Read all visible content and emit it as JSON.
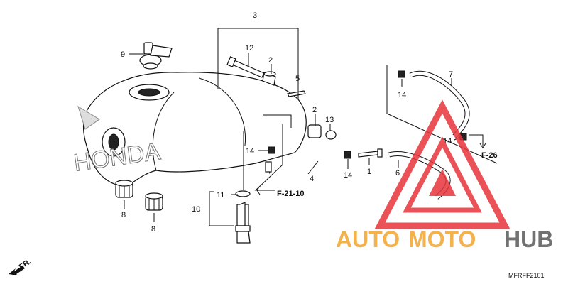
{
  "callouts": {
    "c1": "1",
    "c2a": "2",
    "c2b": "2",
    "c3": "3",
    "c4": "4",
    "c5": "5",
    "c6": "6",
    "c7": "7",
    "c8a": "8",
    "c8b": "8",
    "c9": "9",
    "c10": "10",
    "c11": "11",
    "c12": "12",
    "c13": "13",
    "c14a": "14",
    "c14b": "14",
    "c14c": "14",
    "c14d": "14"
  },
  "references": {
    "ref_f21": "F-21-10",
    "ref_f26": "F-26"
  },
  "tank_text": "HONDA",
  "front_indicator": "FR.",
  "diagram_code": "MFRFF2101",
  "watermark": {
    "auto": "AUTO",
    "moto": "MOTO",
    "hub": "HUB"
  },
  "colors": {
    "watermark_red": "#e8343c",
    "watermark_orange": "#f3a52e",
    "watermark_grey": "#5a5a5a"
  }
}
